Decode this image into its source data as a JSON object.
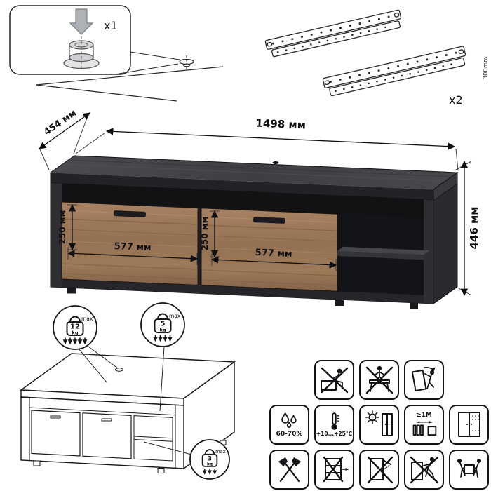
{
  "hardware": {
    "foot": {
      "qty": "x1"
    },
    "slides": {
      "qty": "x2",
      "length": "300mm"
    }
  },
  "dimensions": {
    "width": "1498 мм",
    "depth": "454 мм",
    "height": "446 мм",
    "drawer_left_height": "250 мм",
    "drawer_right_height": "250 мм",
    "drawer_left_width": "577 мм",
    "drawer_right_width": "577 мм"
  },
  "load_limits": {
    "top": {
      "value": "12",
      "unit": "kg",
      "note": "max"
    },
    "shelf": {
      "value": "5",
      "unit": "kg",
      "note": "max"
    },
    "drawer": {
      "value": "3",
      "unit": "kg",
      "note": "max"
    }
  },
  "conditions": {
    "humidity": "60-70%",
    "temperature": "+10...+25°C",
    "heater_distance": "≥1M"
  },
  "colors": {
    "dark_wood": "#3d3d42",
    "light_wood": "#9b7857",
    "line": "#141418"
  }
}
